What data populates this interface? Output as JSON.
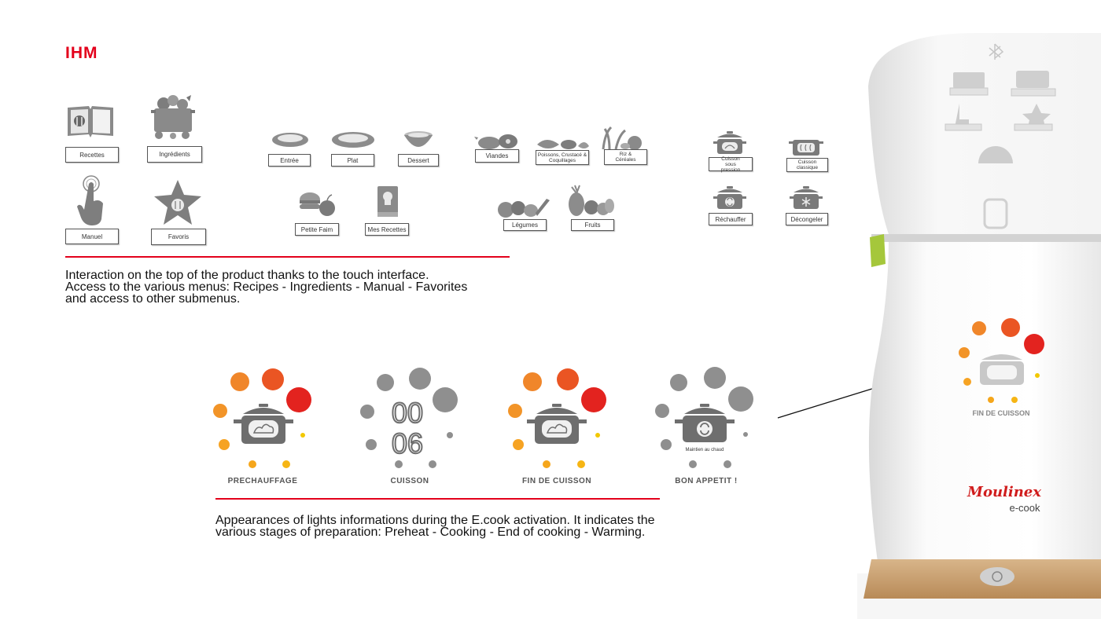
{
  "page": {
    "title": "IHM"
  },
  "menus": {
    "main": [
      "Recettes",
      "Ingrédients",
      "Manuel",
      "Favoris"
    ],
    "courses": [
      "Entrée",
      "Plat",
      "Dessert",
      "Petite Faim",
      "Mes Recettes"
    ],
    "foods": [
      "Viandes",
      "Poissons, Crustacé & Coquillages",
      "Riz & Céréales",
      "Légumes",
      "Fruits"
    ],
    "cooking": [
      "Cuisson sous pression",
      "Cuisson classique",
      "Réchauffer",
      "Décongeler"
    ]
  },
  "texts": {
    "interaction": [
      "Interaction on the top of the product thanks to the touch interface.",
      "Access to the various menus: Recipes - Ingredients - Manual - Favorites",
      "and access to other submenus."
    ],
    "lights": [
      "Appearances of lights informations during the E.cook activation. It indicates the",
      "various stages of preparation: Preheat - Cooking - End of cooking - Warming."
    ]
  },
  "stages": [
    "PRECHAUFFAGE",
    "CUISSON",
    "FIN DE CUISSON",
    "BON APPETIT !"
  ],
  "timer": {
    "top": "00",
    "bottom": "06"
  },
  "warming_label": "Maintien au chaud",
  "device": {
    "brand": "Moulinex",
    "model": "e-cook",
    "status": "FIN DE CUISSON",
    "top_menu": [
      "Recettes",
      "Ingrédients",
      "Manuel",
      "Favoris"
    ]
  },
  "colors": {
    "accent": "#e3001b",
    "orange1": "#f08c1e",
    "orange2": "#ee6a25",
    "red": "#e52822",
    "yellow": "#f5c400",
    "grey": "#8f8f8f",
    "lime": "#a5c73b"
  }
}
